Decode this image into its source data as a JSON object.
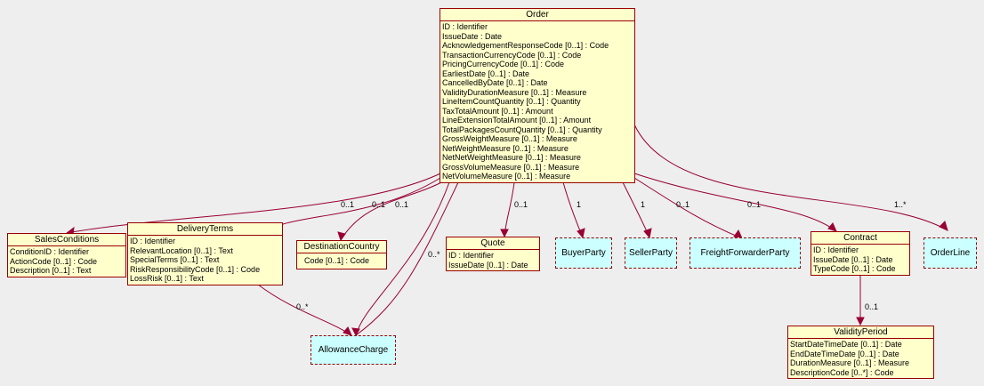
{
  "order": {
    "title": "Order",
    "attributes": [
      "ID : Identifier",
      "IssueDate : Date",
      "AcknowledgementResponseCode [0..1] : Code",
      "TransactionCurrencyCode [0..1] : Code",
      "PricingCurrencyCode [0..1] : Code",
      "EarliestDate [0..1] : Date",
      "CancelledByDate [0..1] : Date",
      "ValidityDurationMeasure [0..1] : Measure",
      "LineItemCountQuantity [0..1] : Quantity",
      "TaxTotalAmount [0..1] : Amount",
      "LineExtensionTotalAmount [0..1] : Amount",
      "TotalPackagesCountQuantity [0..1] : Quantity",
      "GrossWeightMeasure [0..1] : Measure",
      "NetWeightMeasure [0..1] : Measure",
      "NetNetWeightMeasure [0..1] : Measure",
      "GrossVolumeMeasure [0..1] : Measure",
      "NetVolumeMeasure [0..1] : Measure"
    ]
  },
  "sales_conditions": {
    "title": "SalesConditions",
    "attributes": [
      "ConditionID : Identifier",
      "ActionCode [0..1] : Code",
      "Description [0..1] : Text"
    ]
  },
  "delivery_terms": {
    "title": "DeliveryTerms",
    "attributes": [
      "ID : Identifier",
      "RelevantLocation [0..1] : Text",
      "SpecialTerms [0..1] : Text",
      "RiskResponsibilityCode [0..1] : Code",
      "LossRisk [0..1] : Text"
    ]
  },
  "destination_country": {
    "title": "DestinationCountry",
    "attributes": [
      "Code [0..1] : Code"
    ]
  },
  "quote": {
    "title": "Quote",
    "attributes": [
      "ID : Identifier",
      "IssueDate [0..1] : Date"
    ]
  },
  "contract": {
    "title": "Contract",
    "attributes": [
      "ID : Identifier",
      "IssueDate [0..1] : Date",
      "TypeCode [0..1] : Code"
    ]
  },
  "validity_period": {
    "title": "ValidityPeriod",
    "attributes": [
      "StartDateTimeDate [0..1] : Date",
      "EndDateTimeDate [0..1] : Date",
      "DurationMeasure [0..1] : Measure",
      "DescriptionCode [0..*] : Code"
    ]
  },
  "refs": {
    "buyer_party": "BuyerParty",
    "seller_party": "SellerParty",
    "freight_forwarder_party": "FreightForwarderParty",
    "order_line": "OrderLine",
    "allowance_charge": "AllowanceCharge"
  },
  "multiplicities": {
    "delivery_terms": "0..1",
    "destination_country": "0..1",
    "destination_country_b": "0..1",
    "allowance_charge_from_order": "0..*",
    "quote": "0..1",
    "buyer_party": "1",
    "seller_party": "1",
    "freight_forwarder_party": "0..1",
    "contract": "0..1",
    "order_line": "1..*",
    "allowance_charge_from_delivery": "0..*",
    "validity_period": "0..1"
  },
  "colors": {
    "class_fill": "#ffffcc",
    "ref_fill": "#ccffff",
    "border": "#990000",
    "edge": "#990033",
    "background": "#eeeeee"
  }
}
